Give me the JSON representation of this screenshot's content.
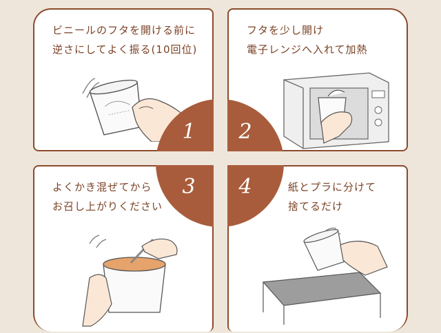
{
  "steps": [
    {
      "number": "1",
      "lines": [
        "ビニールのフタを開ける前に",
        "逆さにしてよく振る(10回位)"
      ]
    },
    {
      "number": "2",
      "lines": [
        "フタを少し開け",
        "電子レンジへ入れて加熱"
      ]
    },
    {
      "number": "3",
      "lines": [
        "よくかき混ぜてから",
        "お召し上がりください"
      ]
    },
    {
      "number": "4",
      "lines": [
        "紙とプラに分けて",
        "捨てるだけ"
      ]
    }
  ],
  "colors": {
    "background": "#efe6db",
    "panel_border": "#8b4a2b",
    "text": "#7b4226",
    "center_circle": "#a85c3b"
  }
}
